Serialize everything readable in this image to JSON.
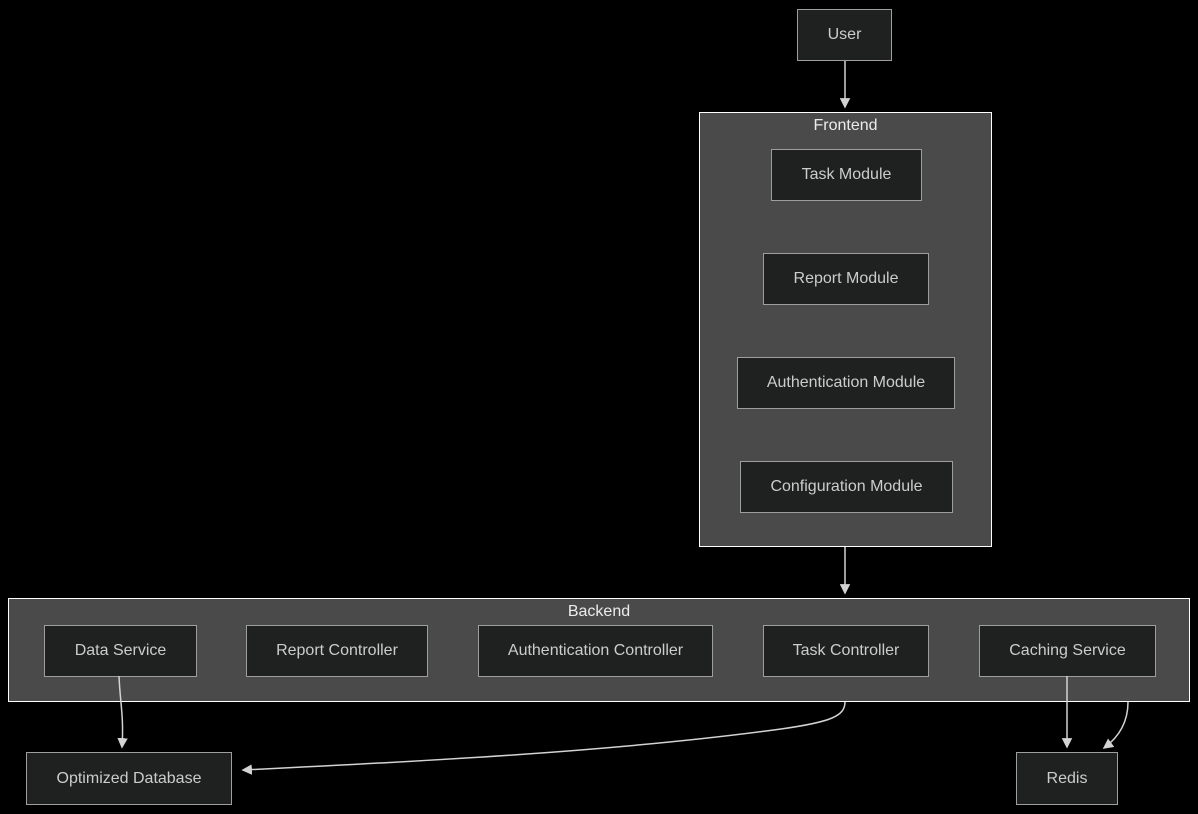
{
  "diagram_type": "flowchart",
  "colors": {
    "background": "#000000",
    "node_fill": "#1f2020",
    "node_border": "#9e9e9e",
    "node_text": "#cccccc",
    "cluster_fill": "#4a4a4b",
    "cluster_border": "#ffffff",
    "cluster_title": "#ececec",
    "edge": "#d3d3d3"
  },
  "clusters": {
    "frontend": {
      "title": "Frontend"
    },
    "backend": {
      "title": "Backend"
    }
  },
  "nodes": {
    "user": {
      "label": "User"
    },
    "task_module": {
      "label": "Task Module"
    },
    "report_module": {
      "label": "Report Module"
    },
    "auth_module": {
      "label": "Authentication Module"
    },
    "config_module": {
      "label": "Configuration Module"
    },
    "data_service": {
      "label": "Data Service"
    },
    "report_controller": {
      "label": "Report Controller"
    },
    "auth_controller": {
      "label": "Authentication Controller"
    },
    "task_controller": {
      "label": "Task Controller"
    },
    "caching_service": {
      "label": "Caching Service"
    },
    "optimized_database": {
      "label": "Optimized Database"
    },
    "redis": {
      "label": "Redis"
    }
  },
  "edges": [
    {
      "from": "User",
      "to": "Frontend"
    },
    {
      "from": "Frontend",
      "to": "Backend"
    },
    {
      "from": "Data Service",
      "to": "Optimized Database"
    },
    {
      "from": "Backend",
      "to": "Optimized Database"
    },
    {
      "from": "Caching Service",
      "to": "Redis"
    },
    {
      "from": "Backend",
      "to": "Redis"
    }
  ]
}
